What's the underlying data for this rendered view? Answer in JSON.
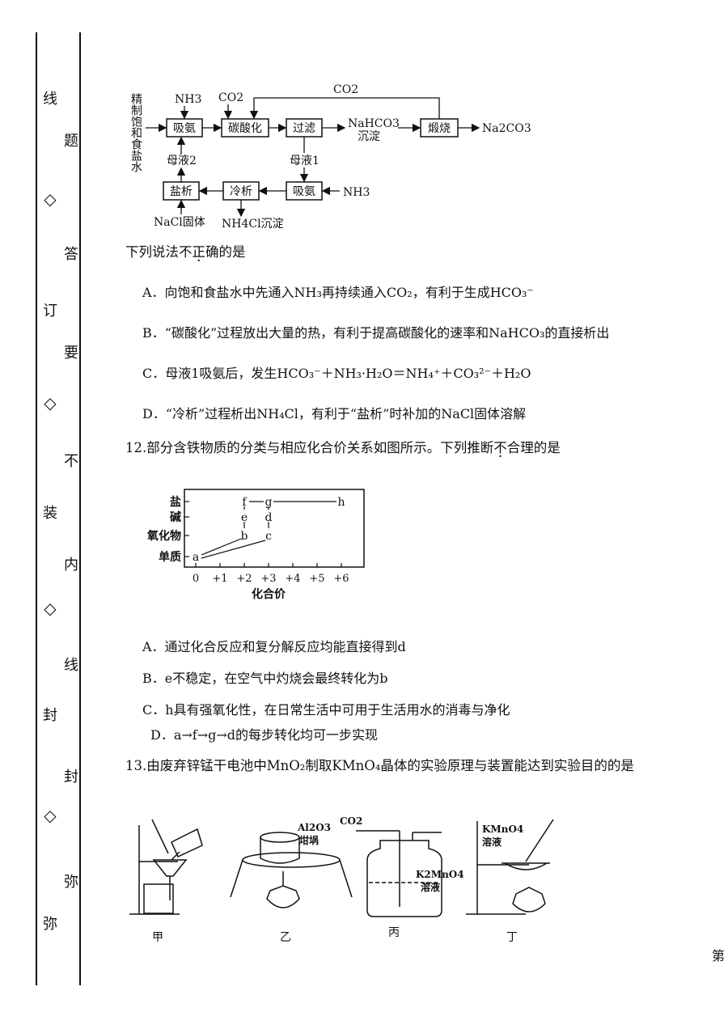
{
  "margin": {
    "chars_left": [
      "线",
      "订",
      "装",
      "封",
      "弥"
    ],
    "chars_mid": [
      "题",
      "答",
      "要",
      "不",
      "内",
      "线",
      "封",
      "弥"
    ],
    "page_label": "第"
  },
  "flowchart": {
    "source_label": "精制饱和食盐水",
    "nh3_top": "NH3",
    "co2_left": "CO2",
    "co2_recycle": "CO2",
    "box_xian_an": "吸氨",
    "box_tansuanhua": "碳酸化",
    "box_guolv": "过滤",
    "nahco3": "NaHCO3",
    "chendian": "沉淀",
    "box_duanshao": "煅烧",
    "na2co3": "Na2CO3",
    "muye2": "母液2",
    "muye1": "母液1",
    "box_yanxi": "盐析",
    "box_lengxi": "冷析",
    "box_xian_an2": "吸氨",
    "nh3_right": "NH3",
    "nacl_solid": "NaCl固体",
    "nh4cl": "NH4Cl沉淀"
  },
  "q11": {
    "stem_pre": "下列说法",
    "stem_emph": "不正确",
    "stem_post": "的是",
    "A": "A．向饱和食盐水中先通入NH₃再持续通入CO₂，有利于生成HCO₃⁻",
    "B": "B．“碳酸化”过程放出大量的热，有利于提高碳酸化的速率和NaHCO₃的直接析出",
    "C": "C．母液1吸氨后，发生HCO₃⁻＋NH₃·H₂O＝NH₄⁺＋CO₃²⁻＋H₂O",
    "D": "D．“冷析”过程析出NH₄Cl，有利于“盐析”时补加的NaCl固体溶解"
  },
  "q12": {
    "stem_pre": "12.部分含铁物质的分类与相应化合价关系如图所示。下列推断",
    "stem_emph": "不",
    "stem_post": "合理的是",
    "A": "A．通过化合反应和复分解反应均能直接得到d",
    "B": "B．e不稳定，在空气中灼烧会最终转化为b",
    "C": "C．h具有强氧化性，在日常生活中可用于生活用水的消毒与净化",
    "D": "D．a→f→g→d的每步转化均可一步实现"
  },
  "chart_data": {
    "type": "scatter",
    "xlabel": "化合价",
    "x_ticks": [
      "0",
      "+1",
      "+2",
      "+3",
      "+4",
      "+5",
      "+6"
    ],
    "y_categories": [
      "单质",
      "氧化物",
      "碱",
      "盐"
    ],
    "points": [
      {
        "label": "a",
        "x": 0,
        "y": "单质"
      },
      {
        "label": "b",
        "x": 2,
        "y": "氧化物"
      },
      {
        "label": "c",
        "x": 3,
        "y": "氧化物"
      },
      {
        "label": "e",
        "x": 2,
        "y": "碱"
      },
      {
        "label": "d",
        "x": 3,
        "y": "碱"
      },
      {
        "label": "f",
        "x": 2,
        "y": "盐"
      },
      {
        "label": "g",
        "x": 3,
        "y": "盐"
      },
      {
        "label": "h",
        "x": 6,
        "y": "盐"
      }
    ]
  },
  "q13": {
    "stem": "13.由废弃锌锰干电池中MnO₂制取KMnO₄晶体的实验原理与装置能达到实验目的的是",
    "label_jia": "甲",
    "label_yi": "乙",
    "label_bing": "丙",
    "label_ding": "丁",
    "al2o3": "Al2O3",
    "ganguo": "坩埚",
    "co2": "CO2",
    "k2mno4": "K2MnO4",
    "rongye1": "溶液",
    "kmno4": "KMnO4",
    "rongye2": "溶液"
  }
}
